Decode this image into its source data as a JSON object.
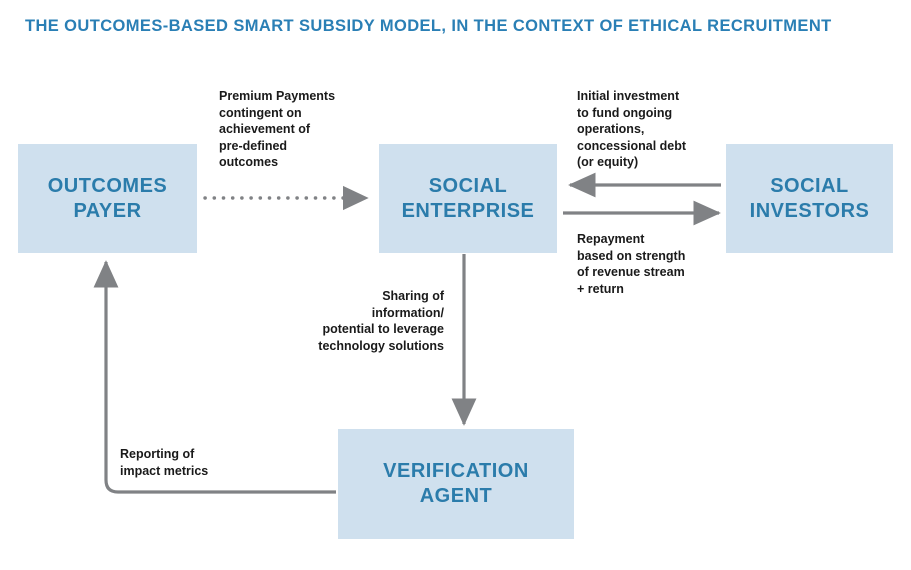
{
  "title": "THE OUTCOMES-BASED SMART SUBSIDY MODEL, IN THE CONTEXT OF ETHICAL RECRUITMENT",
  "colors": {
    "title_blue": "#2a7fb5",
    "box_fill": "#cfe0ee",
    "box_text": "#2b7cab",
    "connector_gray": "#808285",
    "label_text": "#1a1a1a",
    "background": "#ffffff"
  },
  "nodes": [
    {
      "id": "outcomes-payer",
      "label": "OUTCOMES\nPAYER"
    },
    {
      "id": "social-enterprise",
      "label": "SOCIAL\nENTERPRISE"
    },
    {
      "id": "social-investors",
      "label": "SOCIAL\nINVESTORS"
    },
    {
      "id": "verification-agent",
      "label": "VERIFICATION\nAGENT"
    }
  ],
  "edges": [
    {
      "id": "payer-to-enterprise",
      "label": "Premium Payments\ncontingent on\nachievement of\npre-defined\noutcomes",
      "from": "outcomes-payer",
      "to": "social-enterprise",
      "style": "dotted",
      "direction": "right"
    },
    {
      "id": "investors-to-enterprise",
      "label": "Initial investment\nto fund ongoing\noperations,\nconcessional debt\n(or equity)",
      "from": "social-investors",
      "to": "social-enterprise",
      "style": "solid",
      "direction": "left"
    },
    {
      "id": "enterprise-to-investors",
      "label": "Repayment\nbased on strength\nof revenue stream\n+ return",
      "from": "social-enterprise",
      "to": "social-investors",
      "style": "solid",
      "direction": "right"
    },
    {
      "id": "enterprise-to-verification",
      "label": "Sharing of\ninformation/\npotential to leverage\ntechnology solutions",
      "from": "social-enterprise",
      "to": "verification-agent",
      "style": "solid",
      "direction": "down"
    },
    {
      "id": "verification-to-payer",
      "label": "Reporting of\nimpact metrics",
      "from": "verification-agent",
      "to": "outcomes-payer",
      "style": "solid",
      "direction": "up"
    }
  ]
}
